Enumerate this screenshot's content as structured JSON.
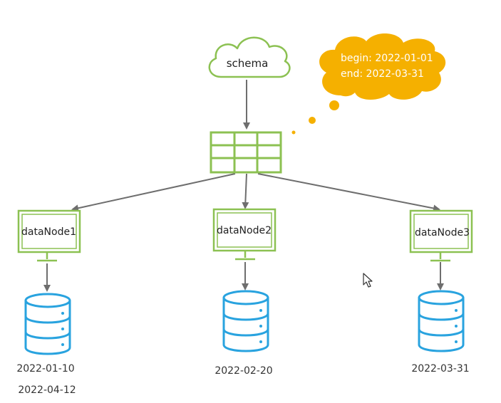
{
  "schema": {
    "label": "schema"
  },
  "bubble": {
    "begin": "begin: 2022-01-01",
    "end": "end: 2022-03-31"
  },
  "nodes": [
    {
      "label": "dataNode1",
      "dates": [
        "2022-01-10",
        "2022-04-12"
      ]
    },
    {
      "label": "dataNode2",
      "dates": [
        "2022-02-20"
      ]
    },
    {
      "label": "dataNode3",
      "dates": [
        "2022-03-31"
      ]
    }
  ],
  "colors": {
    "outline_green": "#8cc152",
    "db_blue": "#29a3df",
    "bubble_yellow": "#f5b000",
    "arrow_gray": "#6e6e6e"
  },
  "icons": {
    "schema": "cloud-icon",
    "table": "table-icon",
    "node": "monitor-icon",
    "database": "database-icon",
    "thought": "thought-bubble-icon",
    "pointer": "mouse-cursor-icon"
  }
}
